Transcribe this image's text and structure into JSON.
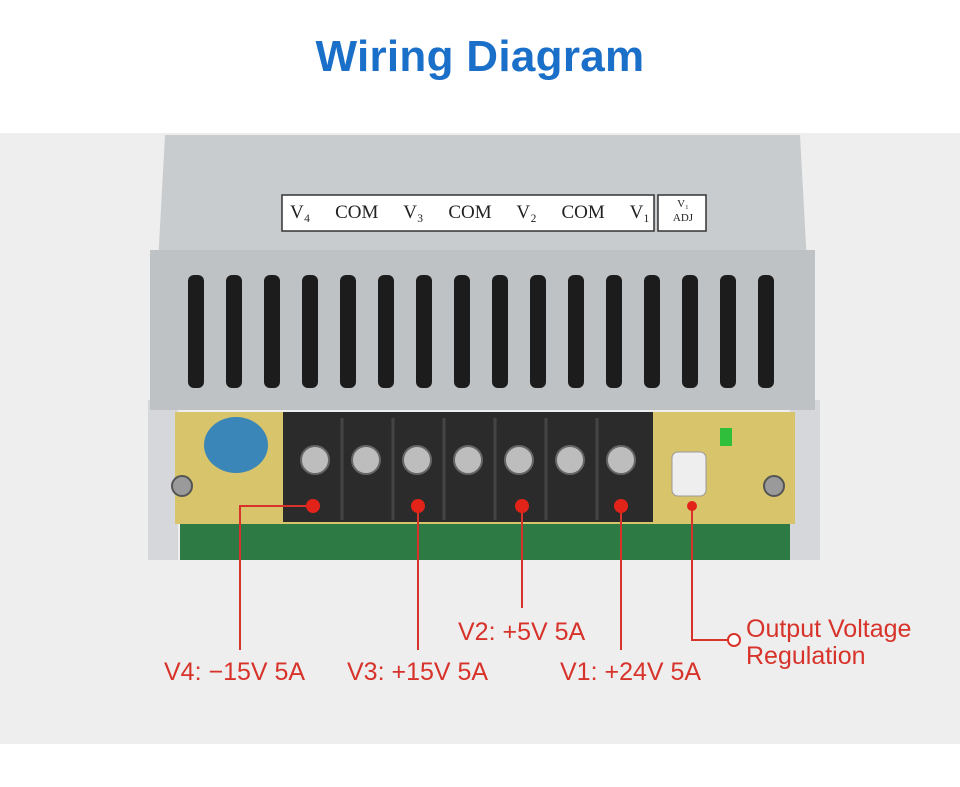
{
  "title": "Wiring Diagram",
  "terminal_panel": [
    "V₄",
    "COM",
    "V₃",
    "COM",
    "V₂",
    "COM",
    "V₁"
  ],
  "adj_label": {
    "line1": "V₁",
    "line2": "ADJ"
  },
  "callouts": {
    "v4": "V4: −15V 5A",
    "v3": "V3: +15V 5A",
    "v2": "V2: +5V 5A",
    "v1": "V1: +24V 5A",
    "regulation_line1": "Output Voltage",
    "regulation_line2": "Regulation"
  },
  "colors": {
    "title": "#1a6fc9",
    "callout": "#d7332b",
    "case": "#c9cccf",
    "terminal_block": "#2b2b2b",
    "pcb": "#d8c46a",
    "board_green": "#2d7a45"
  }
}
